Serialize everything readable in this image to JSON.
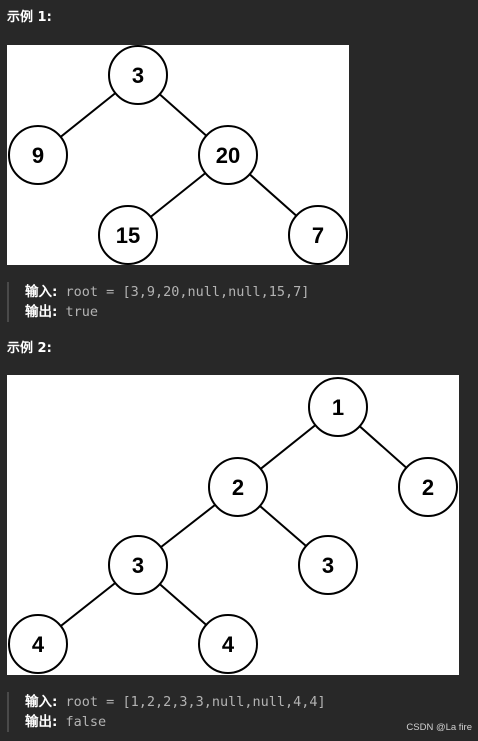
{
  "example1": {
    "heading": "示例 1:",
    "nodes": [
      "3",
      "9",
      "20",
      "15",
      "7"
    ],
    "input_label": "输入:",
    "input_value": "root = [3,9,20,null,null,15,7]",
    "output_label": "输出:",
    "output_value": "true"
  },
  "example2": {
    "heading": "示例 2:",
    "nodes": [
      "1",
      "2",
      "2",
      "3",
      "3",
      "4",
      "4"
    ],
    "input_label": "输入:",
    "input_value": "root = [1,2,2,3,3,null,null,4,4]",
    "output_label": "输出:",
    "output_value": "false"
  },
  "watermark": "CSDN @La fire",
  "colors": {
    "background": "#282828",
    "panel": "#ffffff",
    "code_text": "#b3b3b3",
    "label_text": "#ffffff"
  }
}
